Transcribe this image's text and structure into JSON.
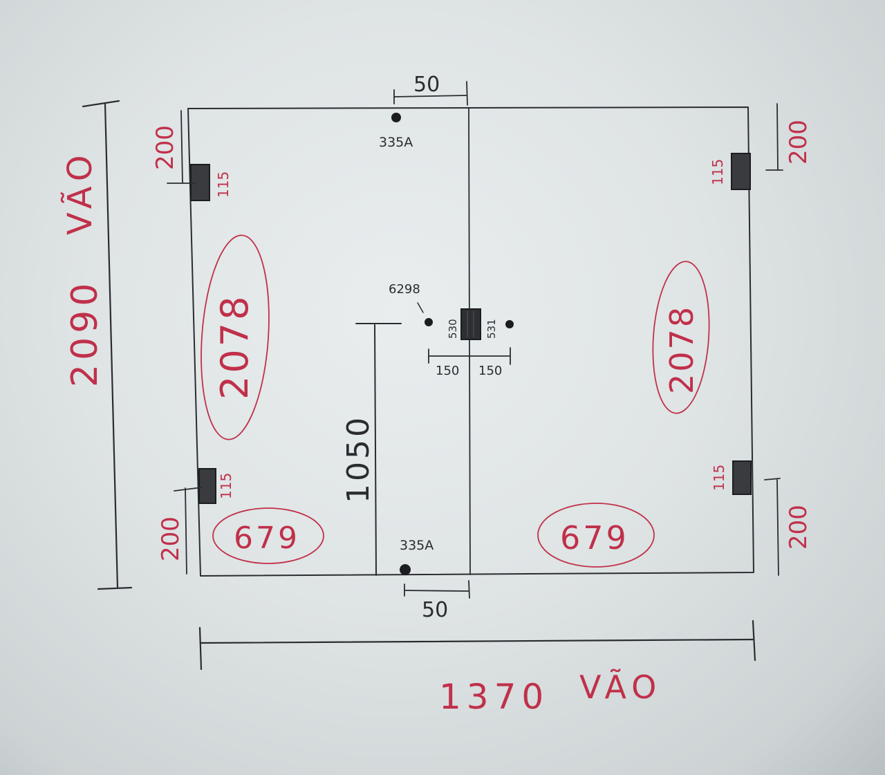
{
  "diagram": {
    "overall_height": "2090",
    "overall_height_word": "VÃO",
    "overall_width": "1370",
    "overall_width_word": "VÃO",
    "top_offset": "50",
    "bottom_offset": "50",
    "top_fitting": "335A",
    "bottom_fitting": "335A",
    "handle_height": "1050",
    "center_fitting_code": "6298",
    "center_left_code": "530",
    "center_right_code": "531",
    "center_left_spacing": "150",
    "center_right_spacing": "150",
    "hinge_size_top_left": "115",
    "hinge_size_bottom_left": "115",
    "hinge_size_top_right": "115",
    "hinge_size_bottom_right": "115",
    "hinge_offset_top_left": "200",
    "hinge_offset_bottom_left": "200",
    "hinge_offset_top_right": "200",
    "hinge_offset_bottom_right": "200",
    "left_panel_height": "2078",
    "right_panel_height": "2078",
    "left_panel_width": "679",
    "right_panel_width": "679"
  },
  "colors": {
    "pencil": "#2a2c30",
    "red_ink": "#c0304a",
    "paper": "#e4e8e9"
  }
}
